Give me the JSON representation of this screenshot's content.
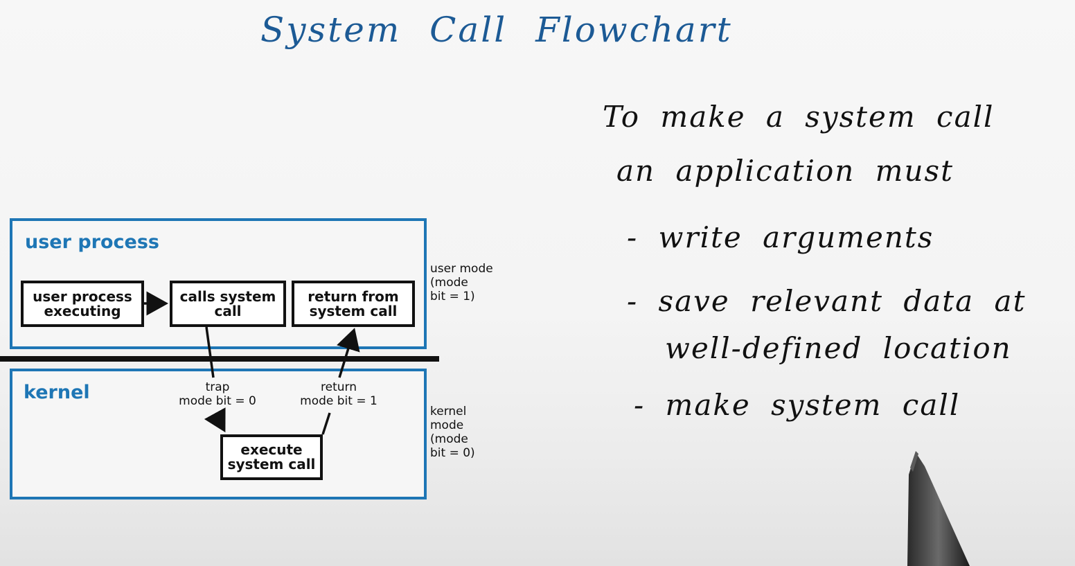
{
  "title": "System Call Flowchart",
  "diagram": {
    "user_process_label": "user process",
    "kernel_label": "kernel",
    "steps": {
      "user_process_executing": "user process executing",
      "calls_system_call": "calls system call",
      "return_from_system_call": "return from system call",
      "execute_system_call": "execute system call"
    },
    "trap_label": "trap\nmode bit = 0",
    "return_label": "return\nmode bit = 1",
    "user_mode_label": "user mode\n(mode\nbit = 1)",
    "kernel_mode_label": "kernel\nmode\n(mode\nbit = 0)"
  },
  "notes": {
    "line1": "To make a system call",
    "line2": "an application must",
    "bullets": [
      "- write arguments",
      "- save relevant data at",
      "well-defined location",
      "- make system call"
    ]
  },
  "colors": {
    "title_blue": "#1c5a95",
    "diagram_blue": "#1e76b5",
    "ink": "#111111"
  }
}
